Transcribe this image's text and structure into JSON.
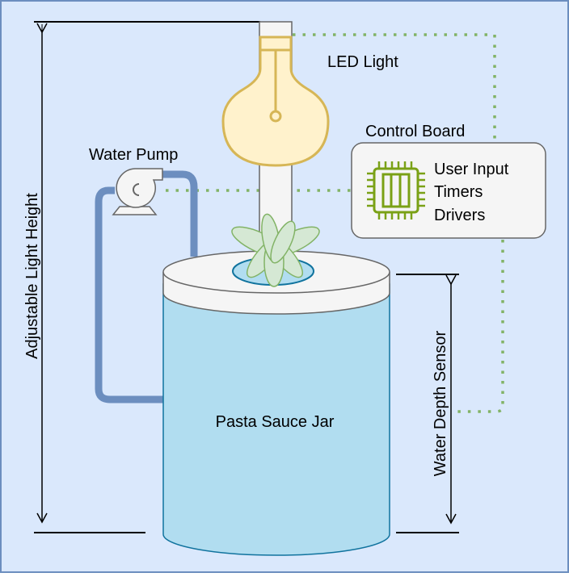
{
  "labels": {
    "led_light": "LED Light",
    "control_board": "Control Board",
    "water_pump": "Water Pump",
    "jar": "Pasta Sauce Jar",
    "light_height": "Adjustable Light Height",
    "depth_sensor": "Water Depth Sensor"
  },
  "control_board": {
    "lines": [
      "User Input",
      "Timers",
      "Drivers"
    ]
  },
  "icons": {
    "bulb": "light-bulb-icon",
    "pump": "water-pump-icon",
    "chip": "microchip-icon",
    "plant": "plant-icon"
  },
  "colors": {
    "background": "#dae8fc",
    "border": "#6c8ebf",
    "pipe": "#6c8ebf",
    "signal": "#82b366",
    "water": "#b1ddf0",
    "water_stroke": "#10739e",
    "bulb_fill": "#fff2cc",
    "bulb_stroke": "#d6b656",
    "chip": "#7aa116",
    "leaf_fill": "#d5e8d4"
  }
}
